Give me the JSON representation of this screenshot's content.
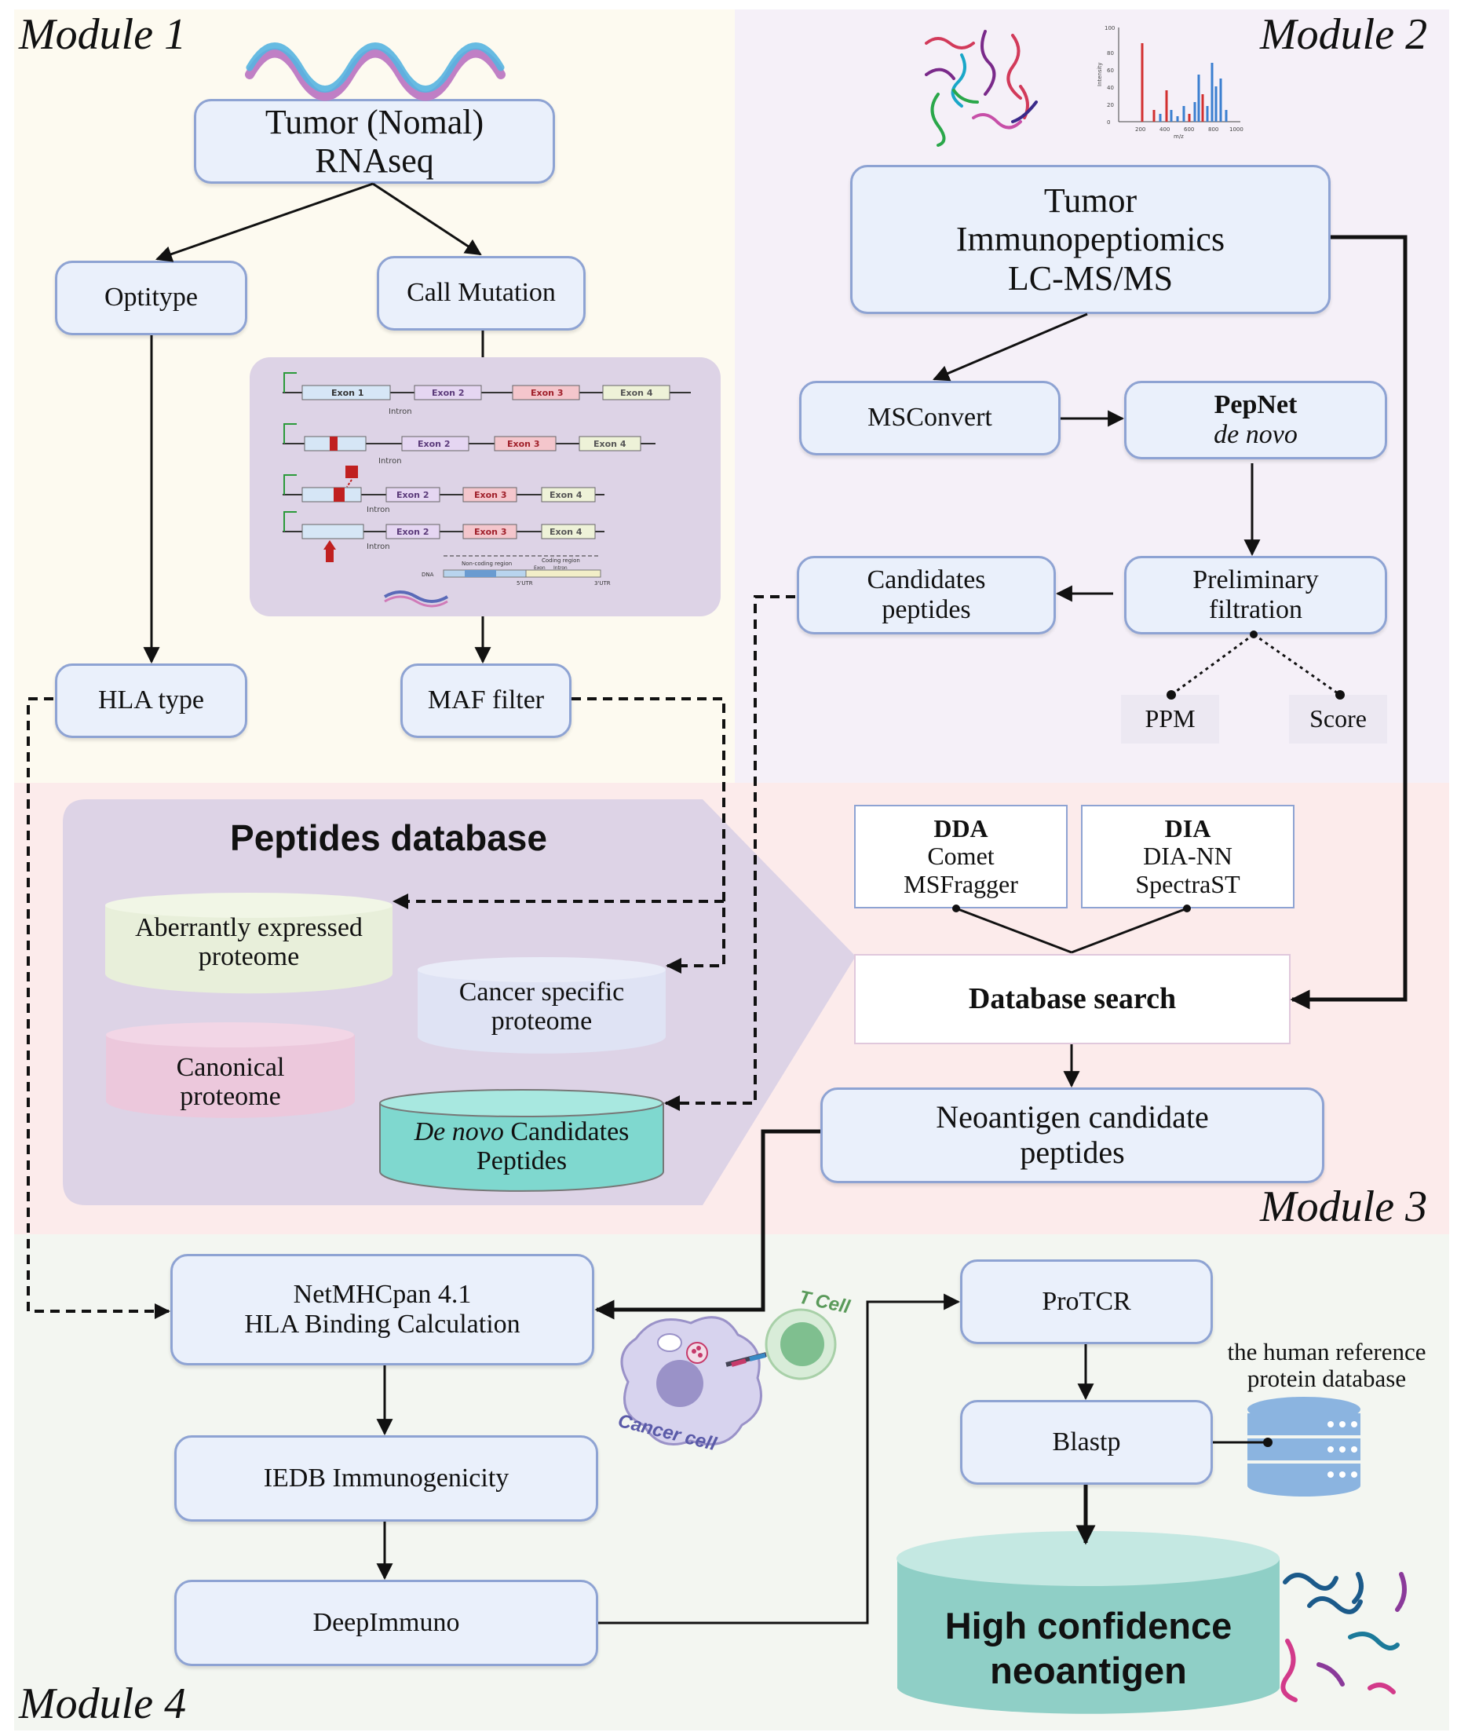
{
  "modules": {
    "m1": "Module 1",
    "m2": "Module 2",
    "m3": "Module 3",
    "m4": "Module 4"
  },
  "module1": {
    "rnaseq": [
      "Tumor (Nomal)",
      "RNAseq"
    ],
    "optitype": "Optitype",
    "call_mutation": "Call Mutation",
    "hla_type": "HLA type",
    "maf_filter": "MAF filter",
    "gene_panel": {
      "exon1": "Exon 1",
      "exon2": "Exon 2",
      "exon3": "Exon 3",
      "exon4": "Exon 4",
      "intron": "Intron",
      "dna": "DNA",
      "non_coding": "Non-coding region",
      "coding": "Coding region",
      "exon_small": "Exon",
      "intron_small": "Intron",
      "utr5": "5'UTR",
      "utr3": "3'UTR"
    }
  },
  "module2": {
    "lcms": [
      "Tumor",
      "Immunopeptiomics",
      "LC-MS/MS"
    ],
    "msconvert": "MSConvert",
    "pepnet": "PepNet",
    "pepnet_sub": "de novo",
    "prelim": [
      "Preliminary",
      "filtration"
    ],
    "candidates": [
      "Candidates",
      "peptides"
    ],
    "ppm": "PPM",
    "score": "Score",
    "spectrum": {
      "xlabel": "m/z",
      "ylabel": "Intensity",
      "xticks": [
        "200",
        "400",
        "600",
        "800",
        "1000"
      ],
      "yticks": [
        "0",
        "20",
        "40",
        "60",
        "80",
        "100"
      ]
    }
  },
  "module3": {
    "db_title": "Peptides database",
    "aberrant": [
      "Aberrantly expressed",
      "proteome"
    ],
    "cancer_specific": [
      "Cancer specific",
      "proteome"
    ],
    "canonical": [
      "Canonical",
      "proteome"
    ],
    "denovo_italic": "De novo",
    "denovo_rest": " Candidates",
    "denovo_line2": "Peptides",
    "dda": [
      "DDA",
      "Comet",
      "MSFragger"
    ],
    "dia": [
      "DIA",
      "DIA-NN",
      "SpectraST"
    ],
    "db_search": "Database search",
    "neo_candidate": [
      "Neoantigen candidate",
      "peptides"
    ]
  },
  "module4": {
    "netmhc": [
      "NetMHCpan 4.1",
      "HLA Binding Calculation"
    ],
    "iedb": "IEDB Immunogenicity",
    "deepimmuno": "DeepImmuno",
    "protcr": "ProTCR",
    "blastp": "Blastp",
    "ref_db": [
      "the human reference",
      "protein database"
    ],
    "high_conf": [
      "High confidence",
      "neoantigen"
    ],
    "t_cell": "T Cell",
    "cancer_cell": "Cancer cell"
  },
  "colors": {
    "module1_bg": "#fdfaf0",
    "module2_bg": "#f5f0f8",
    "module3_bg": "#fcebeb",
    "module4_bg": "#f3f6f1",
    "box_fill": "#eaf0fb",
    "box_border": "#8ea3d3",
    "db_panel": "#ddd3e6",
    "high_conf": "#8fcfc6"
  }
}
